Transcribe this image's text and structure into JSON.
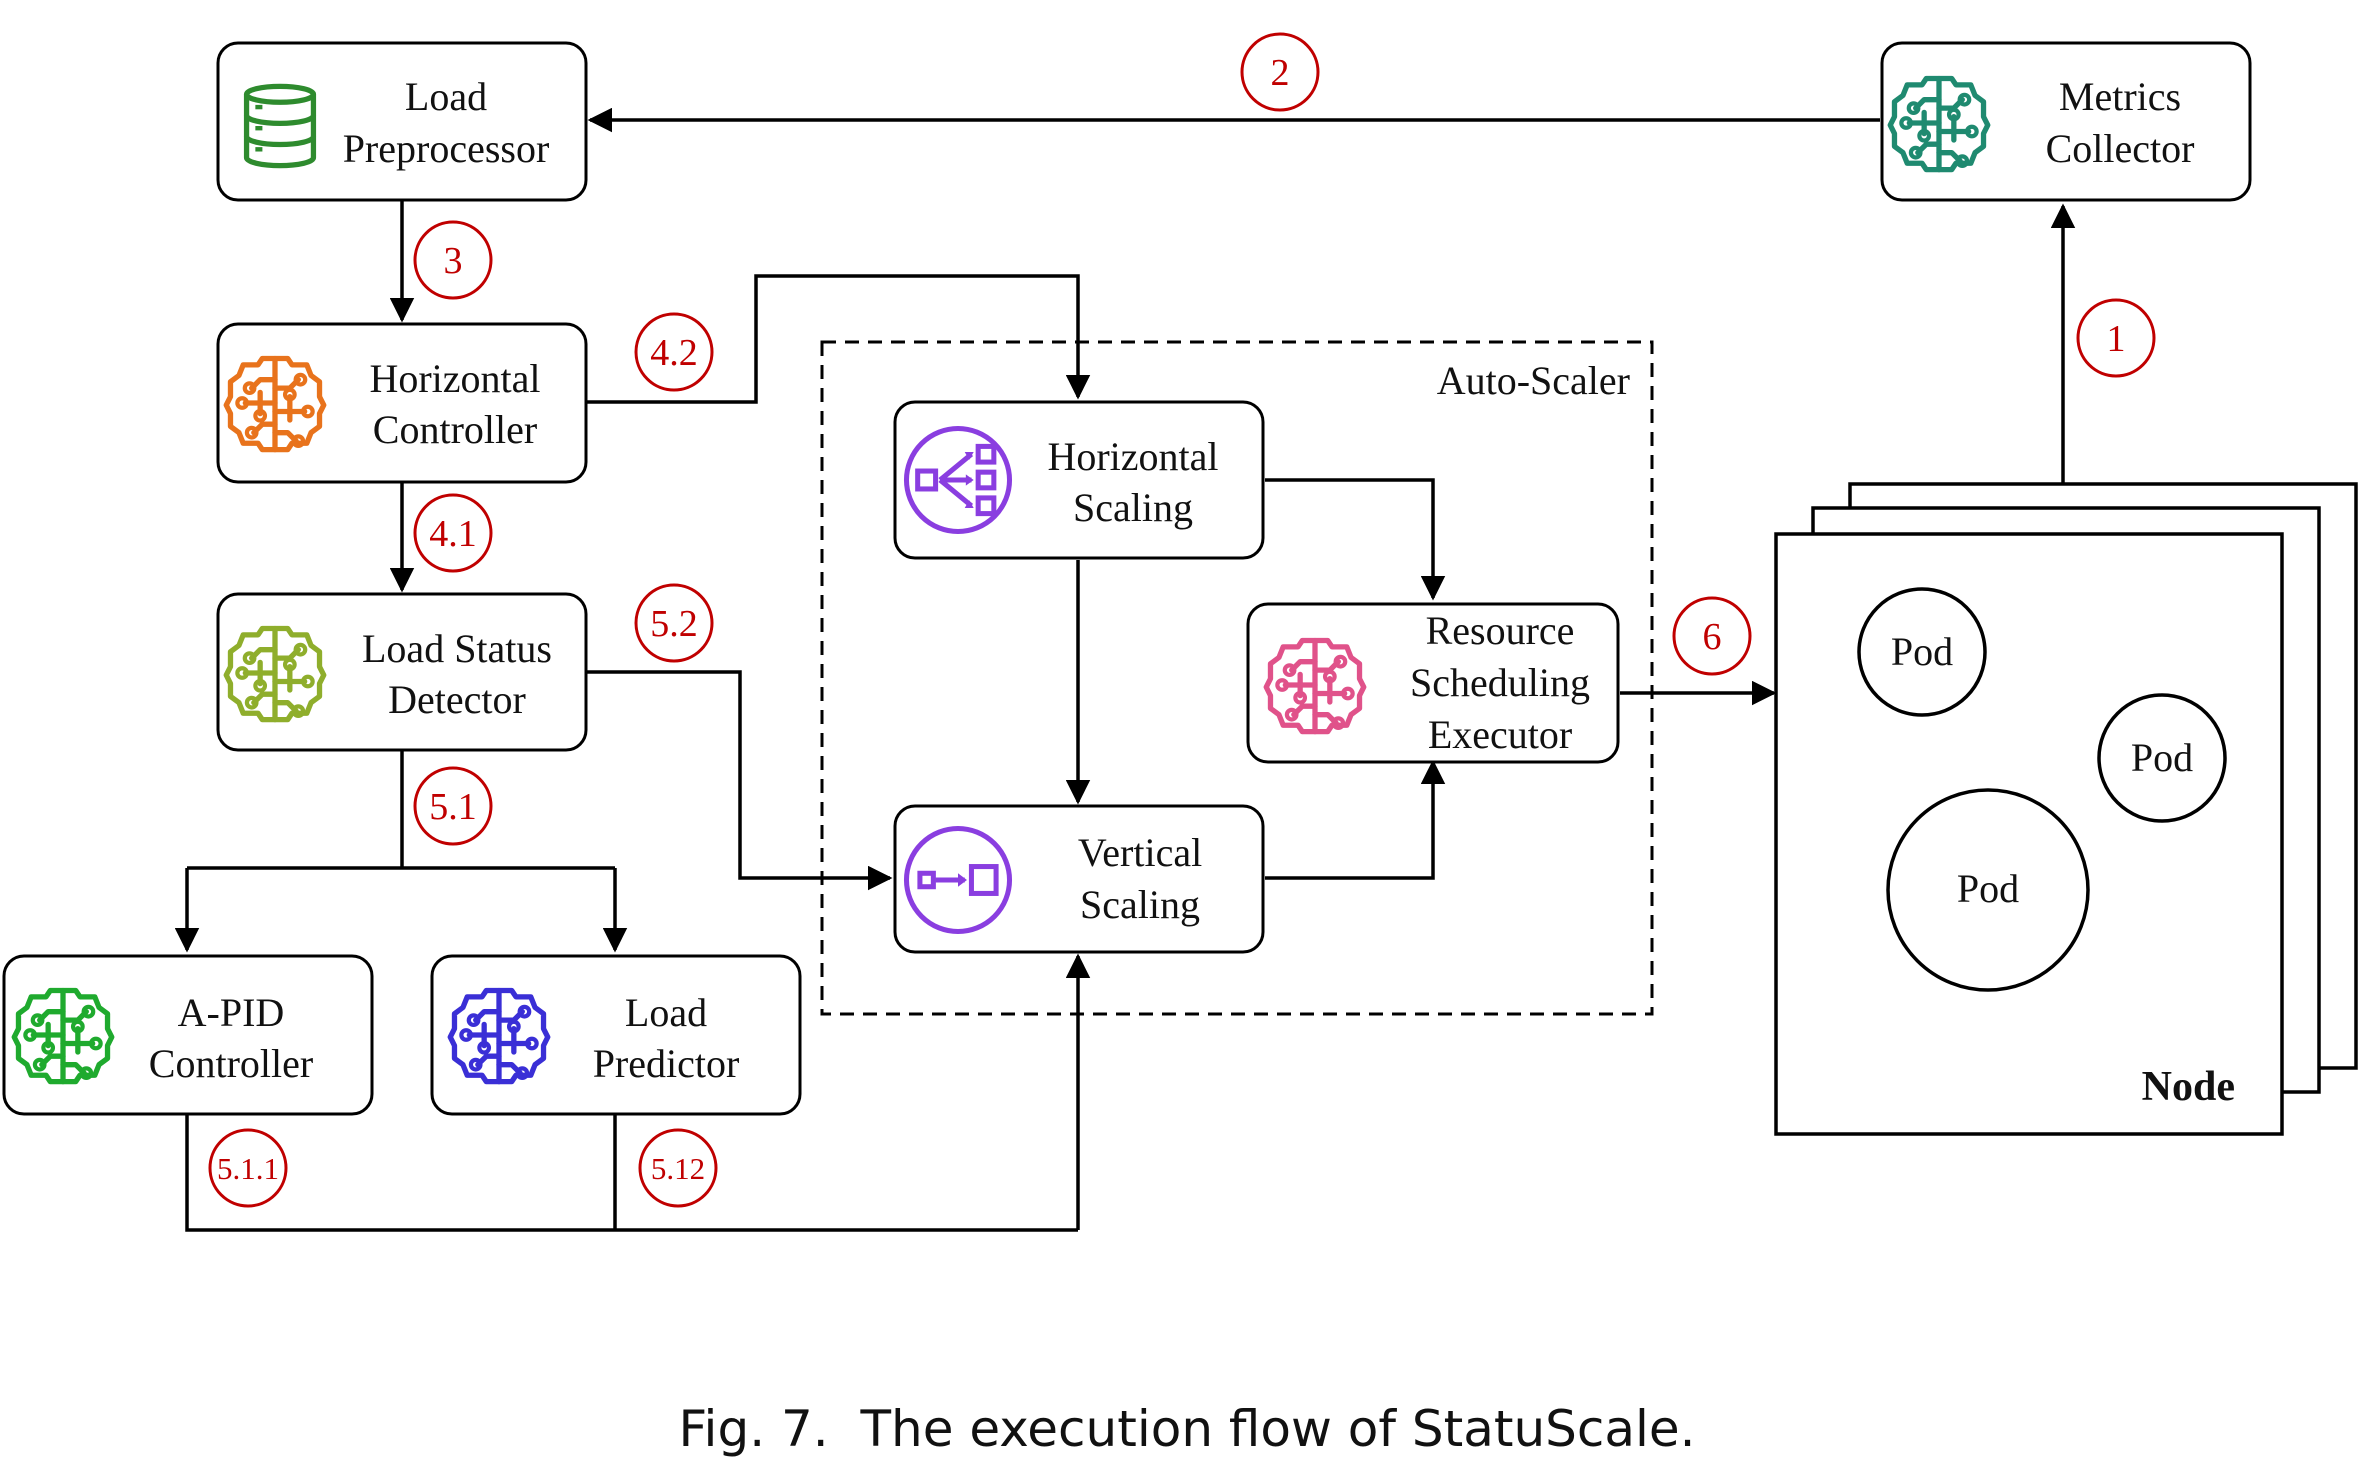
{
  "colors": {
    "step_number": "#c00000",
    "load_preprocessor_icon": "#2e8b2e",
    "metrics_collector_icon": "#1f8a70",
    "horizontal_controller_icon": "#e8731c",
    "load_status_detector_icon": "#8fae2c",
    "apid_controller_icon": "#1faa2e",
    "load_predictor_icon": "#3a2fd6",
    "scaling_icon": "#8a3ee0",
    "resource_scheduling_icon": "#e0528a"
  },
  "boxes": {
    "load_preprocessor": {
      "line1": "Load",
      "line2": "Preprocessor",
      "icon": "database-icon"
    },
    "metrics_collector": {
      "line1": "Metrics",
      "line2": "Collector",
      "icon": "brain-circuit-icon"
    },
    "horizontal_controller": {
      "line1": "Horizontal",
      "line2": "Controller",
      "icon": "brain-circuit-icon"
    },
    "load_status_detector": {
      "line1": "Load Status",
      "line2": "Detector",
      "icon": "brain-circuit-icon"
    },
    "apid_controller": {
      "line1": "A-PID",
      "line2": "Controller",
      "icon": "brain-circuit-icon"
    },
    "load_predictor": {
      "line1": "Load",
      "line2": "Predictor",
      "icon": "brain-circuit-icon"
    },
    "horizontal_scaling": {
      "line1": "Horizontal",
      "line2": "Scaling",
      "icon": "horizontal-scaling-icon"
    },
    "vertical_scaling": {
      "line1": "Vertical",
      "line2": "Scaling",
      "icon": "vertical-scaling-icon"
    },
    "resource_scheduling": {
      "line1": "Resource",
      "line2": "Scheduling",
      "line3": "Executor",
      "icon": "brain-circuit-icon"
    }
  },
  "auto_scaler": {
    "label": "Auto-Scaler"
  },
  "node": {
    "label": "Node",
    "pods": [
      "Pod",
      "Pod",
      "Pod"
    ]
  },
  "steps": [
    "1",
    "2",
    "3",
    "4.1",
    "4.2",
    "5.1",
    "5.2",
    "5.1.1",
    "5.12",
    "6"
  ],
  "caption": "Fig. 7.  The execution flow of StatuScale."
}
